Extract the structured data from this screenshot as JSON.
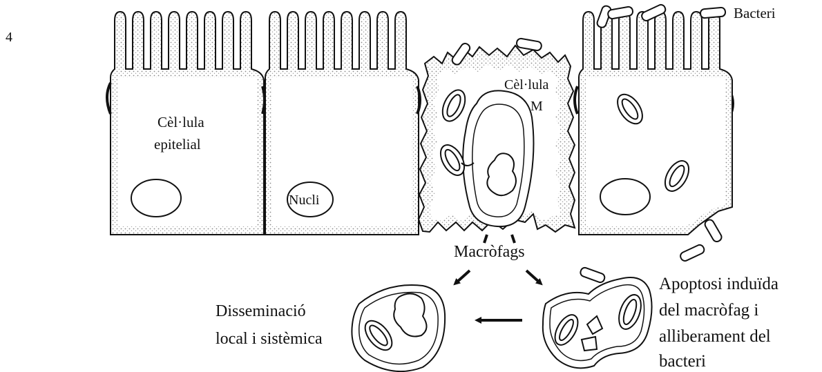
{
  "figure_number": "4",
  "labels": {
    "bacteria": "Bacteri",
    "m_cell_line1": "Cèl·lula",
    "m_cell_line2": "M",
    "epithelial_line1": "Cèl·lula",
    "epithelial_line2": "epitelial",
    "nucleus": "Nucli",
    "macrophages": "Macròfags",
    "dissemination_line1": "Disseminació",
    "dissemination_line2": "local i sistèmica",
    "apoptosis_line1": "Apoptosi induïda",
    "apoptosis_line2": "del macròfag i",
    "apoptosis_line3": "alliberament del",
    "apoptosis_line4": "bacteri"
  },
  "colors": {
    "ink": "#111111",
    "stipple": "#8a8a8a"
  }
}
